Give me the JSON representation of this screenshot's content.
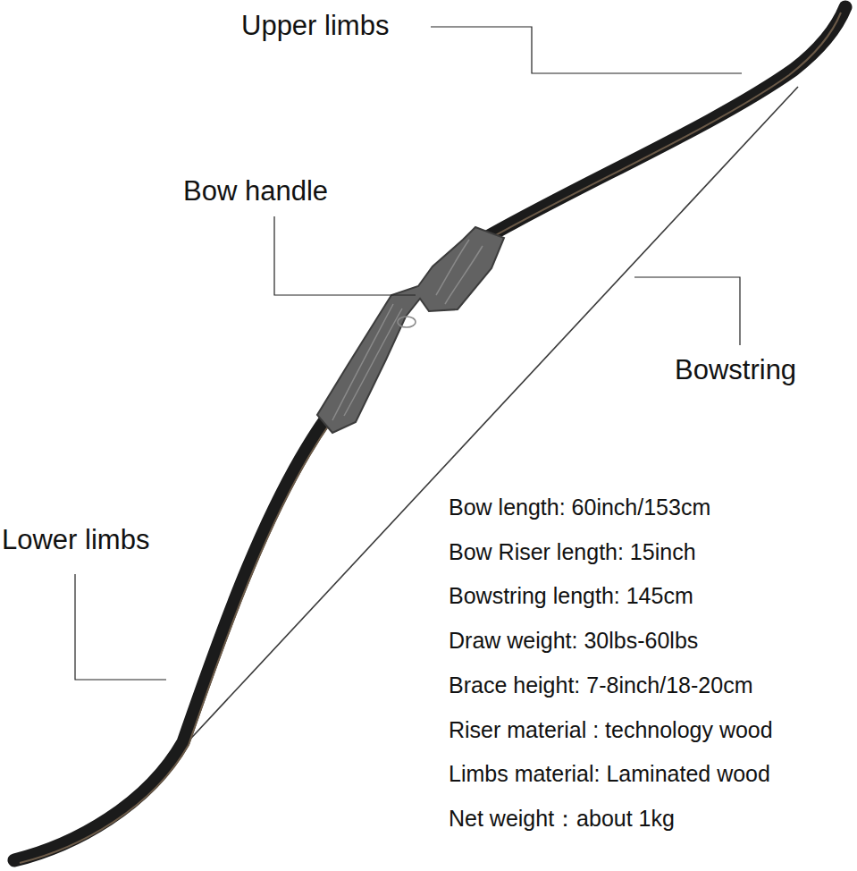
{
  "diagram": {
    "labels": [
      "Upper limbs",
      "Bow handle",
      "Bowstring",
      "Lower limbs",
      "Bow length: 60inch/153cm",
      "Bow Riser length: 15inch",
      "Bowstring length: 145cm",
      "Draw weight: 30lbs-60lbs",
      "Brace height: 7-8inch/18-20cm",
      "Riser material : technology wood",
      "Limbs material:  Laminated wood",
      "Net weight：about 1kg"
    ]
  }
}
